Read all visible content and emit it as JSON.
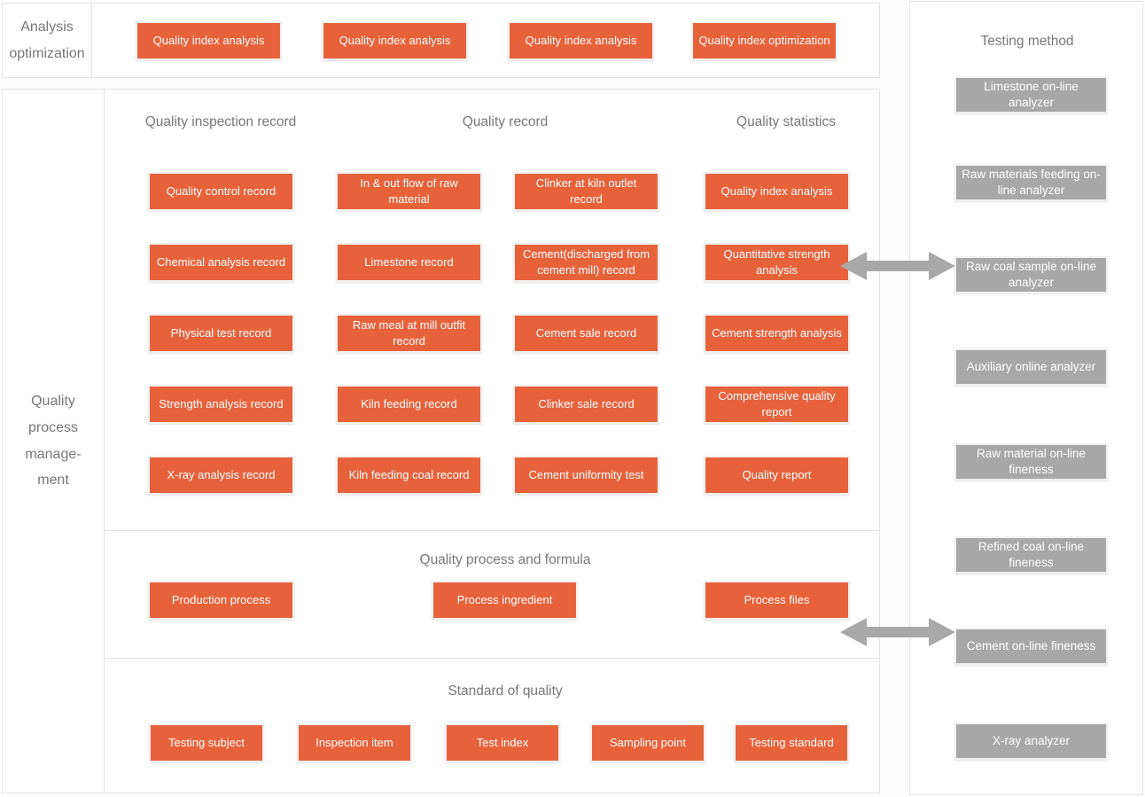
{
  "colors": {
    "accent_orange": "#e7623b",
    "gray_box": "#a7a7a7",
    "panel_border": "#e3e3e3",
    "heading_text": "#787878",
    "arrow": "#a8a8a8",
    "button_text": "#ffffff"
  },
  "analysis_optimization": {
    "label": "Analysis optimization",
    "buttons": [
      "Quality index analysis",
      "Quality index analysis",
      "Quality index analysis",
      "Quality index optimization"
    ]
  },
  "quality_process_management": {
    "label": "Quality process manage- ment",
    "sections": {
      "records": {
        "headers": [
          "Quality inspection record",
          "Quality record",
          "Quality statistics"
        ],
        "rows": [
          [
            "Quality control record",
            "In & out flow of raw material",
            "Clinker at kiln outlet record",
            "Quality index analysis"
          ],
          [
            "Chemical analysis record",
            "Limestone record",
            "Cement(discharged from cement mill) record",
            "Quantitative strength analysis"
          ],
          [
            "Physical test record",
            "Raw meal at mill outfit record",
            "Cement sale record",
            "Cement strength analysis"
          ],
          [
            "Strength analysis record",
            "Kiln feeding record",
            "Clinker sale record",
            "Comprehensive quality report"
          ],
          [
            "X-ray analysis record",
            "Kiln feeding coal record",
            "Cement uniformity test",
            "Quality report"
          ]
        ]
      },
      "process_formula": {
        "header": "Quality process and formula",
        "buttons": [
          "Production process",
          "Process ingredient",
          "Process files"
        ]
      },
      "standard": {
        "header": "Standard of quality",
        "buttons": [
          "Testing subject",
          "Inspection item",
          "Test index",
          "Sampling point",
          "Testing standard"
        ]
      }
    }
  },
  "testing_method": {
    "header": "Testing method",
    "items": [
      "Limestone on-line analyzer",
      "Raw materials feeding on-line analyzer",
      "Raw coal sample on-line analyzer",
      "Auxiliary online analyzer",
      "Raw material on-line fineness",
      "Refined coal on-line fineness",
      "Cement on-line fineness",
      "X-ray analyzer"
    ]
  }
}
